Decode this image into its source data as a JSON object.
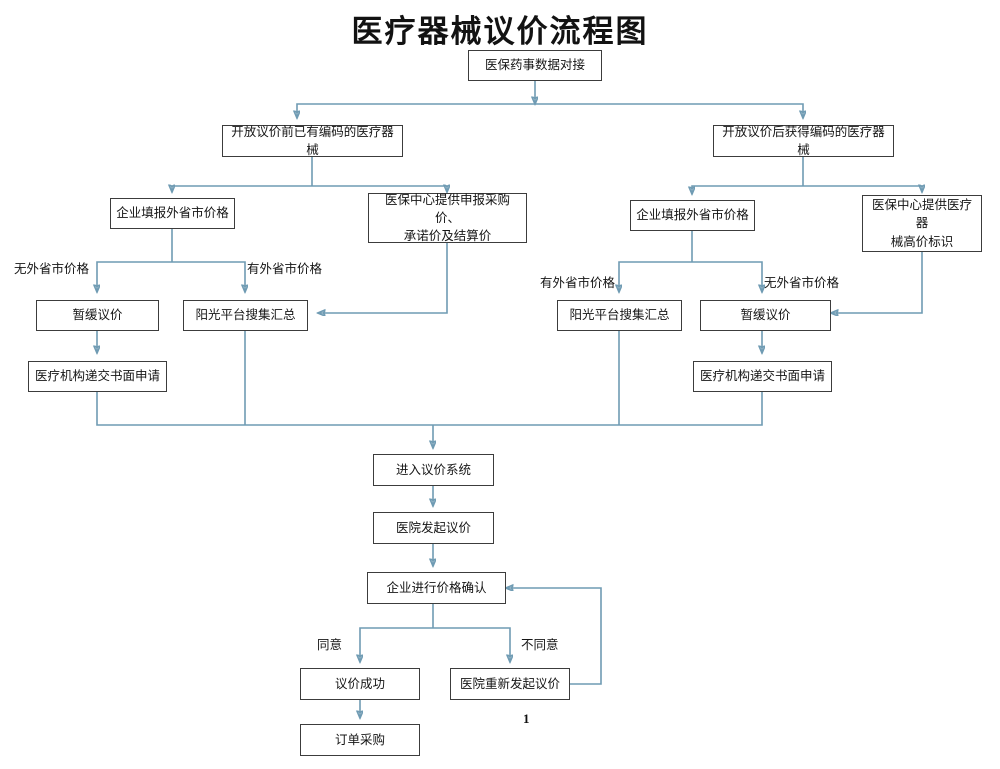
{
  "document": {
    "title": "医疗器械议价流程图",
    "page_number": "1",
    "accent_color": "#6f9bb3",
    "box_border_color": "#3c3c3c",
    "background_color": "#ffffff"
  },
  "nodes": {
    "start": "医保药事数据对接",
    "branch_left": "开放议价前已有编码的医疗器械",
    "branch_right": "开放议价后获得编码的医疗器械",
    "left_enterprise_price": "企业填报外省市价格",
    "left_center_supply": "医保中心提供申报采购价、\n承诺价及结算价",
    "left_suspend": "暂缓议价",
    "left_sunshine": "阳光平台搜集汇总",
    "left_written_request": "医疗机构递交书面申请",
    "right_enterprise_price": "企业填报外省市价格",
    "right_center_high_price": "医保中心提供医疗器\n械高价标识",
    "right_sunshine": "阳光平台搜集汇总",
    "right_suspend": "暂缓议价",
    "right_written_request": "医疗机构递交书面申请",
    "enter_system": "进入议价系统",
    "hospital_initiate": "医院发起议价",
    "enterprise_confirm": "企业进行价格确认",
    "bargain_success": "议价成功",
    "hospital_reinitiate": "医院重新发起议价",
    "order_purchase": "订单采购"
  },
  "edge_labels": {
    "left_no_price": "无外省市价格",
    "left_has_price": "有外省市价格",
    "right_has_price": "有外省市价格",
    "right_no_price": "无外省市价格",
    "agree": "同意",
    "disagree": "不同意"
  }
}
